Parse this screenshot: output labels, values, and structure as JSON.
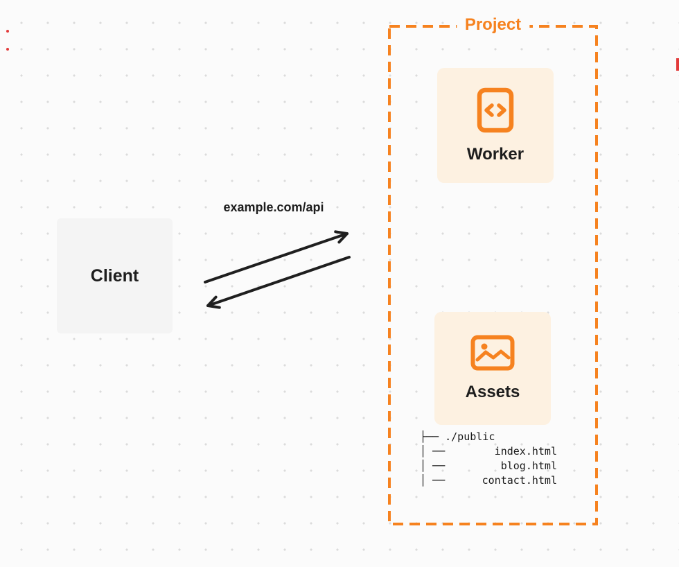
{
  "colors": {
    "accent": "#F6821F",
    "card_bg": "#FDF1E1",
    "client_bg": "#F4F4F4",
    "arrow": "#1F1F1F",
    "page_bg": "#FBFBFB",
    "dot": "#DBDBDB",
    "text": "#1D1D1D",
    "edge_mark": "#E23B3B"
  },
  "client": {
    "label": "Client"
  },
  "request": {
    "label": "example.com/api"
  },
  "project": {
    "title": "Project",
    "worker": {
      "label": "Worker",
      "icon": "code-icon"
    },
    "assets": {
      "label": "Assets",
      "icon": "image-icon"
    },
    "file_tree": {
      "rows": [
        {
          "prefix": "├── ",
          "label": "./public"
        },
        {
          "prefix": "│ ── ",
          "label": "index.html"
        },
        {
          "prefix": "│ ── ",
          "label": "blog.html"
        },
        {
          "prefix": "│ ── ",
          "label": "contact.html"
        }
      ]
    }
  }
}
